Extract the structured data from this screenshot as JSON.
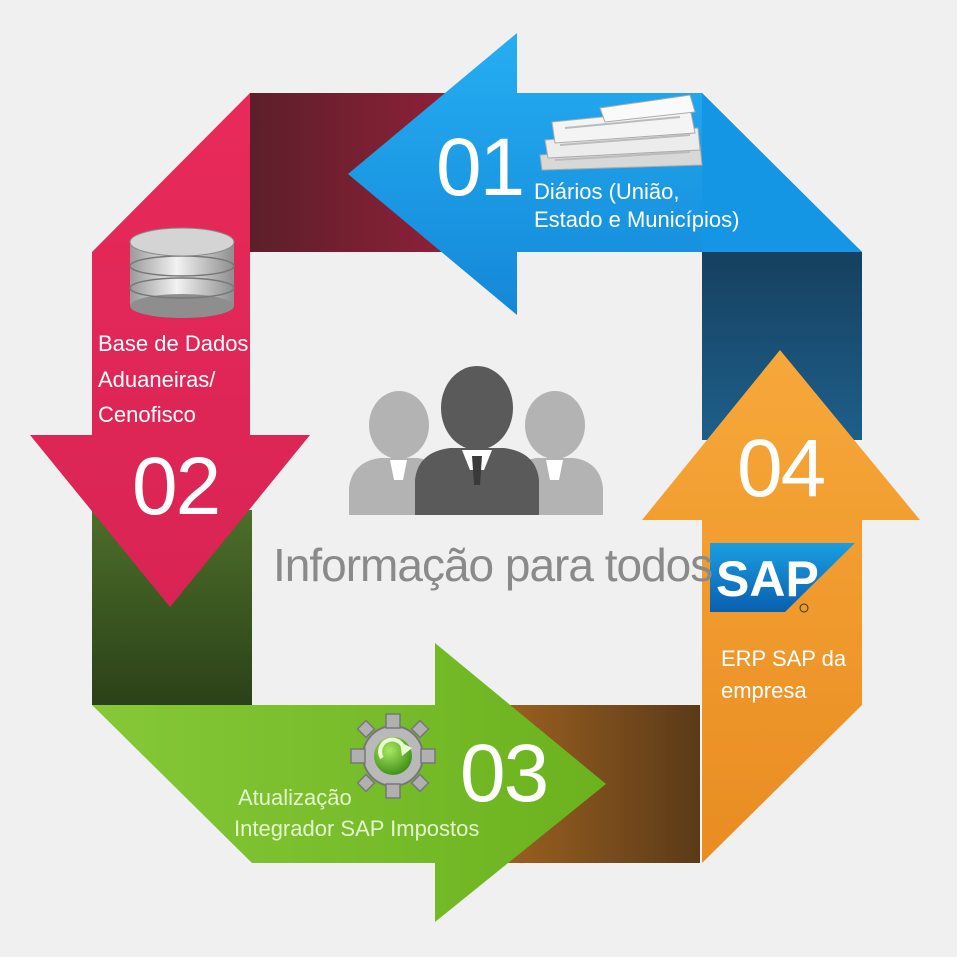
{
  "center_title": "Informação para todos",
  "steps": [
    {
      "number": "01",
      "label_lines": [
        "Diários (União,",
        "Estado e Municípios)"
      ],
      "color": "#1ba1ec",
      "icon": "newspaper-stack-icon"
    },
    {
      "number": "02",
      "label_lines": [
        "Base de Dados",
        "Aduaneiras/",
        "Cenofisco"
      ],
      "color": "#e3285a",
      "icon": "database-icon"
    },
    {
      "number": "03",
      "label_lines": [
        "Atualização",
        "Integrador SAP Impostos"
      ],
      "color": "#7cc02a",
      "icon": "gear-refresh-icon"
    },
    {
      "number": "04",
      "label_lines": [
        "ERP SAP da",
        "empresa"
      ],
      "color": "#f0962a",
      "icon": "sap-logo"
    }
  ],
  "sap_logo_text": "SAP",
  "colors": {
    "background": "#f0f0f0",
    "text_center": "#8a8a8a",
    "people_dark": "#5a5a5a",
    "people_light": "#b0b0b0"
  }
}
